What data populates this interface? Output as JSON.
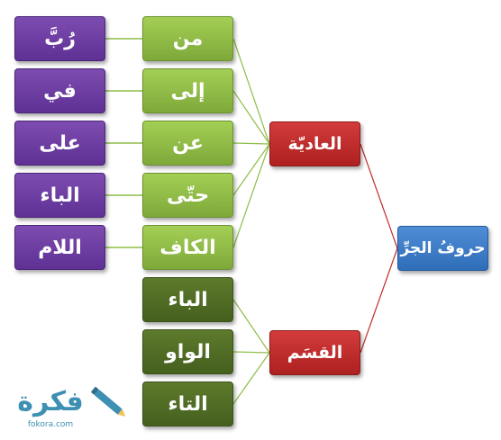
{
  "root": {
    "label": "حروفُ الجرِّ",
    "color": "#3a7bc8"
  },
  "categories": [
    {
      "id": "ordinary",
      "label": "العاديّة",
      "color": "#c22d2d"
    },
    {
      "id": "oath",
      "label": "القسَم",
      "color": "#c22d2d"
    }
  ],
  "ordinary_items": [
    "من",
    "إلى",
    "عن",
    "حتّى",
    "الكاف"
  ],
  "oath_items": [
    "الباء",
    "الواو",
    "التاء"
  ],
  "linked_items": [
    "رُبَّ",
    "في",
    "على",
    "الباء",
    "اللام"
  ],
  "logo": {
    "wordmark": "فكرة",
    "domain": "fokora.com"
  },
  "colors": {
    "ordinary_item": "#8dbe47",
    "oath_item": "#516c26",
    "linked_item": "#6d3fa3",
    "ordinary_connector": "#8dbe47",
    "root_connector": "#c22d2d",
    "logo_text": "#3d8fb3"
  }
}
